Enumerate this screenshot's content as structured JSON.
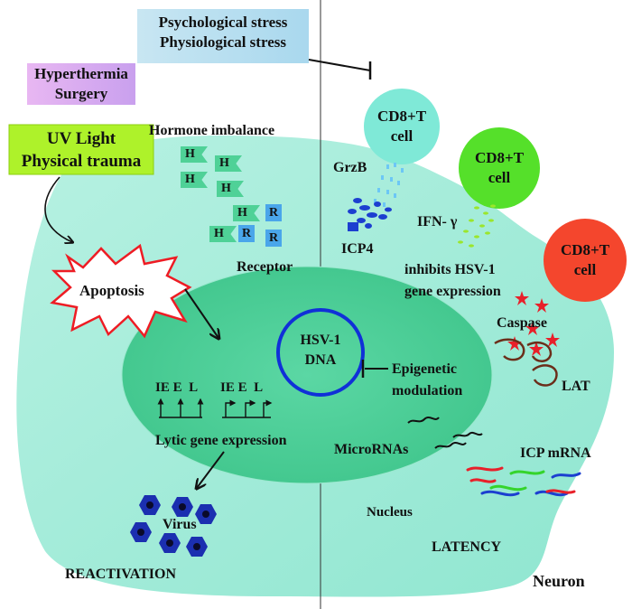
{
  "stress_box": {
    "line1": "Psychological stress",
    "line2": "Physiological stress"
  },
  "hyperthermia_box": {
    "line1": "Hyperthermia",
    "line2": "Surgery"
  },
  "uv_box": {
    "line1": "UV Light",
    "line2": "Physical trauma"
  },
  "hormone_imbalance": "Hormone imbalance",
  "hormone_letter": "H",
  "receptor_letter": "R",
  "receptor_label": "Receptor",
  "apoptosis": "Apoptosis",
  "hsv_dna": {
    "line1": "HSV-1",
    "line2": "DNA"
  },
  "gene_groups": {
    "group1": "IE E  L",
    "group2": "IE E  L"
  },
  "lytic_gene_expression": "Lytic gene expression",
  "virus": "Virus",
  "reactivation": "REACTIVATION",
  "epigenetic": {
    "line1": "Epigenetic",
    "line2": "modulation"
  },
  "micrornas": "MicroRNAs",
  "nucleus": "Nucleus",
  "latency": "LATENCY",
  "neuron": "Neuron",
  "cells": [
    {
      "line1": "CD8+T",
      "line2": "cell",
      "color": "#7fe9d7"
    },
    {
      "line1": "CD8+T",
      "line2": "cell",
      "color": "#55e02a"
    },
    {
      "line1": "CD8+T",
      "line2": "cell",
      "color": "#f4462d"
    }
  ],
  "grzb": "GrzB",
  "icp4": "ICP4",
  "ifn": "IFN- γ",
  "inhibits": {
    "line1": "inhibits HSV-1",
    "line2": "gene expression"
  },
  "caspase": "Caspase",
  "lat": "LAT",
  "icp_mrna": "ICP mRNA",
  "colors": {
    "neuron_fill": "#a6eed8",
    "nucleus_fill": "#4fcf97",
    "hsv_ring": "#1030d8",
    "virus": "#1b2fb0",
    "apoptosis_outline": "#ee1c24",
    "caspase_star": "#e8202a",
    "lat_loop": "#6b2e1a"
  }
}
